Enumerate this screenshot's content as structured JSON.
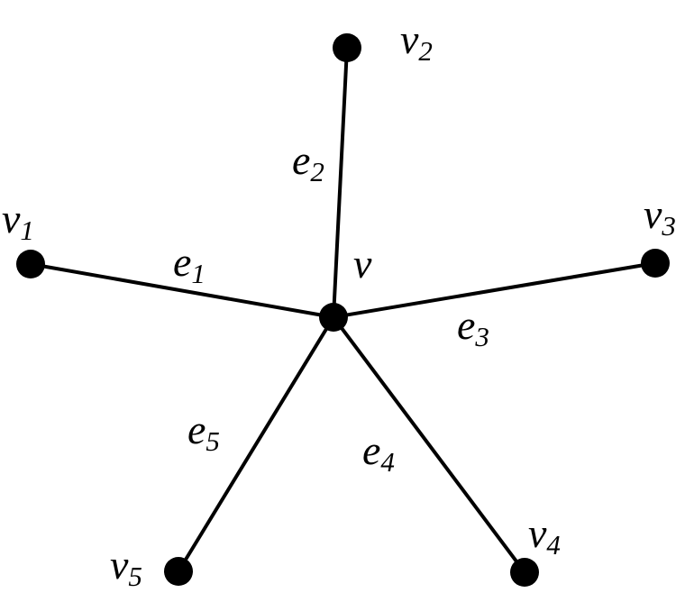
{
  "center": {
    "id": "v",
    "label": "v"
  },
  "vertices": [
    {
      "id": "v1",
      "label": "v",
      "sub": "1"
    },
    {
      "id": "v2",
      "label": "v",
      "sub": "2"
    },
    {
      "id": "v3",
      "label": "v",
      "sub": "3"
    },
    {
      "id": "v4",
      "label": "v",
      "sub": "4"
    },
    {
      "id": "v5",
      "label": "v",
      "sub": "5"
    }
  ],
  "edges": [
    {
      "id": "e1",
      "from": "v",
      "to": "v1",
      "label": "e",
      "sub": "1"
    },
    {
      "id": "e2",
      "from": "v",
      "to": "v2",
      "label": "e",
      "sub": "2"
    },
    {
      "id": "e3",
      "from": "v",
      "to": "v3",
      "label": "e",
      "sub": "3"
    },
    {
      "id": "e4",
      "from": "v",
      "to": "v4",
      "label": "e",
      "sub": "4"
    },
    {
      "id": "e5",
      "from": "v",
      "to": "v5",
      "label": "e",
      "sub": "5"
    }
  ],
  "colors": {
    "ink": "#000000",
    "background": "#ffffff"
  }
}
